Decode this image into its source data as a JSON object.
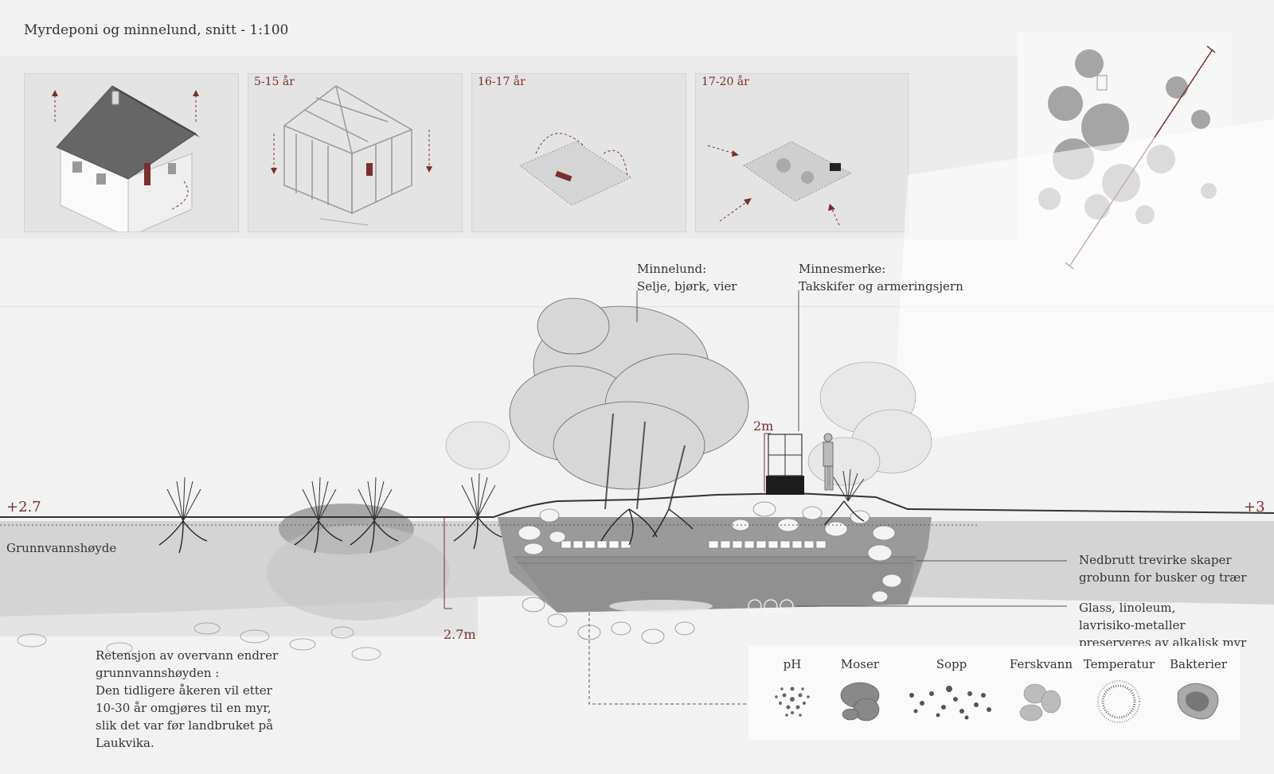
{
  "title": "Myrdeponi og minnelund, snitt - 1:100",
  "panels": [
    {
      "label": ""
    },
    {
      "label": "5-15 år"
    },
    {
      "label": "16-17 år"
    },
    {
      "label": "17-20 år"
    }
  ],
  "annotations": {
    "minnelund_title": "Minnelund:",
    "minnelund_species": "Selje, bjørk, vier",
    "minnesmerke_title": "Minnesmerke:",
    "minnesmerke_material": "Takskifer og armeringsjern",
    "height_2m": "2m",
    "depth_27m": "2.7m",
    "level_left": "+2.7",
    "level_right": "+3",
    "groundwater": "Grunnvannshøyde",
    "wood_line1": "Nedbrutt trevirke skaper",
    "wood_line2": "grobunn for busker og trær",
    "glass_line1": "Glass, linoleum,",
    "glass_line2": "lavrisiko-metaller",
    "glass_line3": "preserveres av alkalisk myr",
    "retention_line1": "Retensjon av overvann endrer",
    "retention_line2": "grunnvannshøyden :",
    "retention_line3": "Den tidligere åkeren vil etter",
    "retention_line4": "10-30 år omgjøres til en myr,",
    "retention_line5": "slik det var før landbruket på",
    "retention_line6": "Laukvika."
  },
  "legend": [
    {
      "label": "pH",
      "icon": "ph-icon"
    },
    {
      "label": "Moser",
      "icon": "moss-icon"
    },
    {
      "label": "Sopp",
      "icon": "fungi-icon"
    },
    {
      "label": "Ferskvann",
      "icon": "freshwater-icon"
    },
    {
      "label": "Temperatur",
      "icon": "temperature-icon"
    },
    {
      "label": "Bakterier",
      "icon": "bacteria-icon"
    }
  ],
  "colors": {
    "accent": "#7a2e2e",
    "soil": "#cfcfcf",
    "dark_fill": "#8f8f8f",
    "ground_line": "#333333"
  }
}
